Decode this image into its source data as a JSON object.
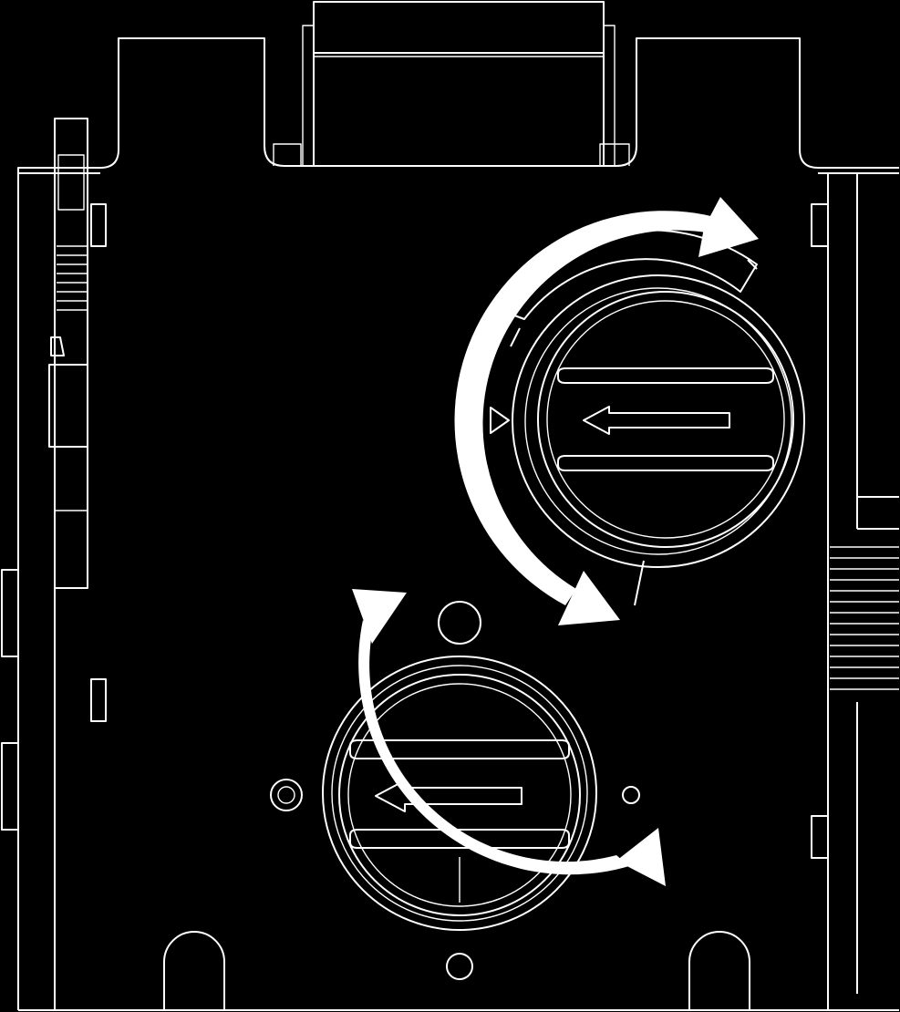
{
  "diagram": {
    "kind": "technical line drawing",
    "colors": {
      "background": "#000000",
      "line": "#ffffff"
    },
    "upper_dial": {
      "arrow_direction": "left",
      "rotation_arrow": "clockwise"
    },
    "lower_dial": {
      "arrow_direction": "left",
      "rotation_arrow": "clockwise"
    }
  }
}
